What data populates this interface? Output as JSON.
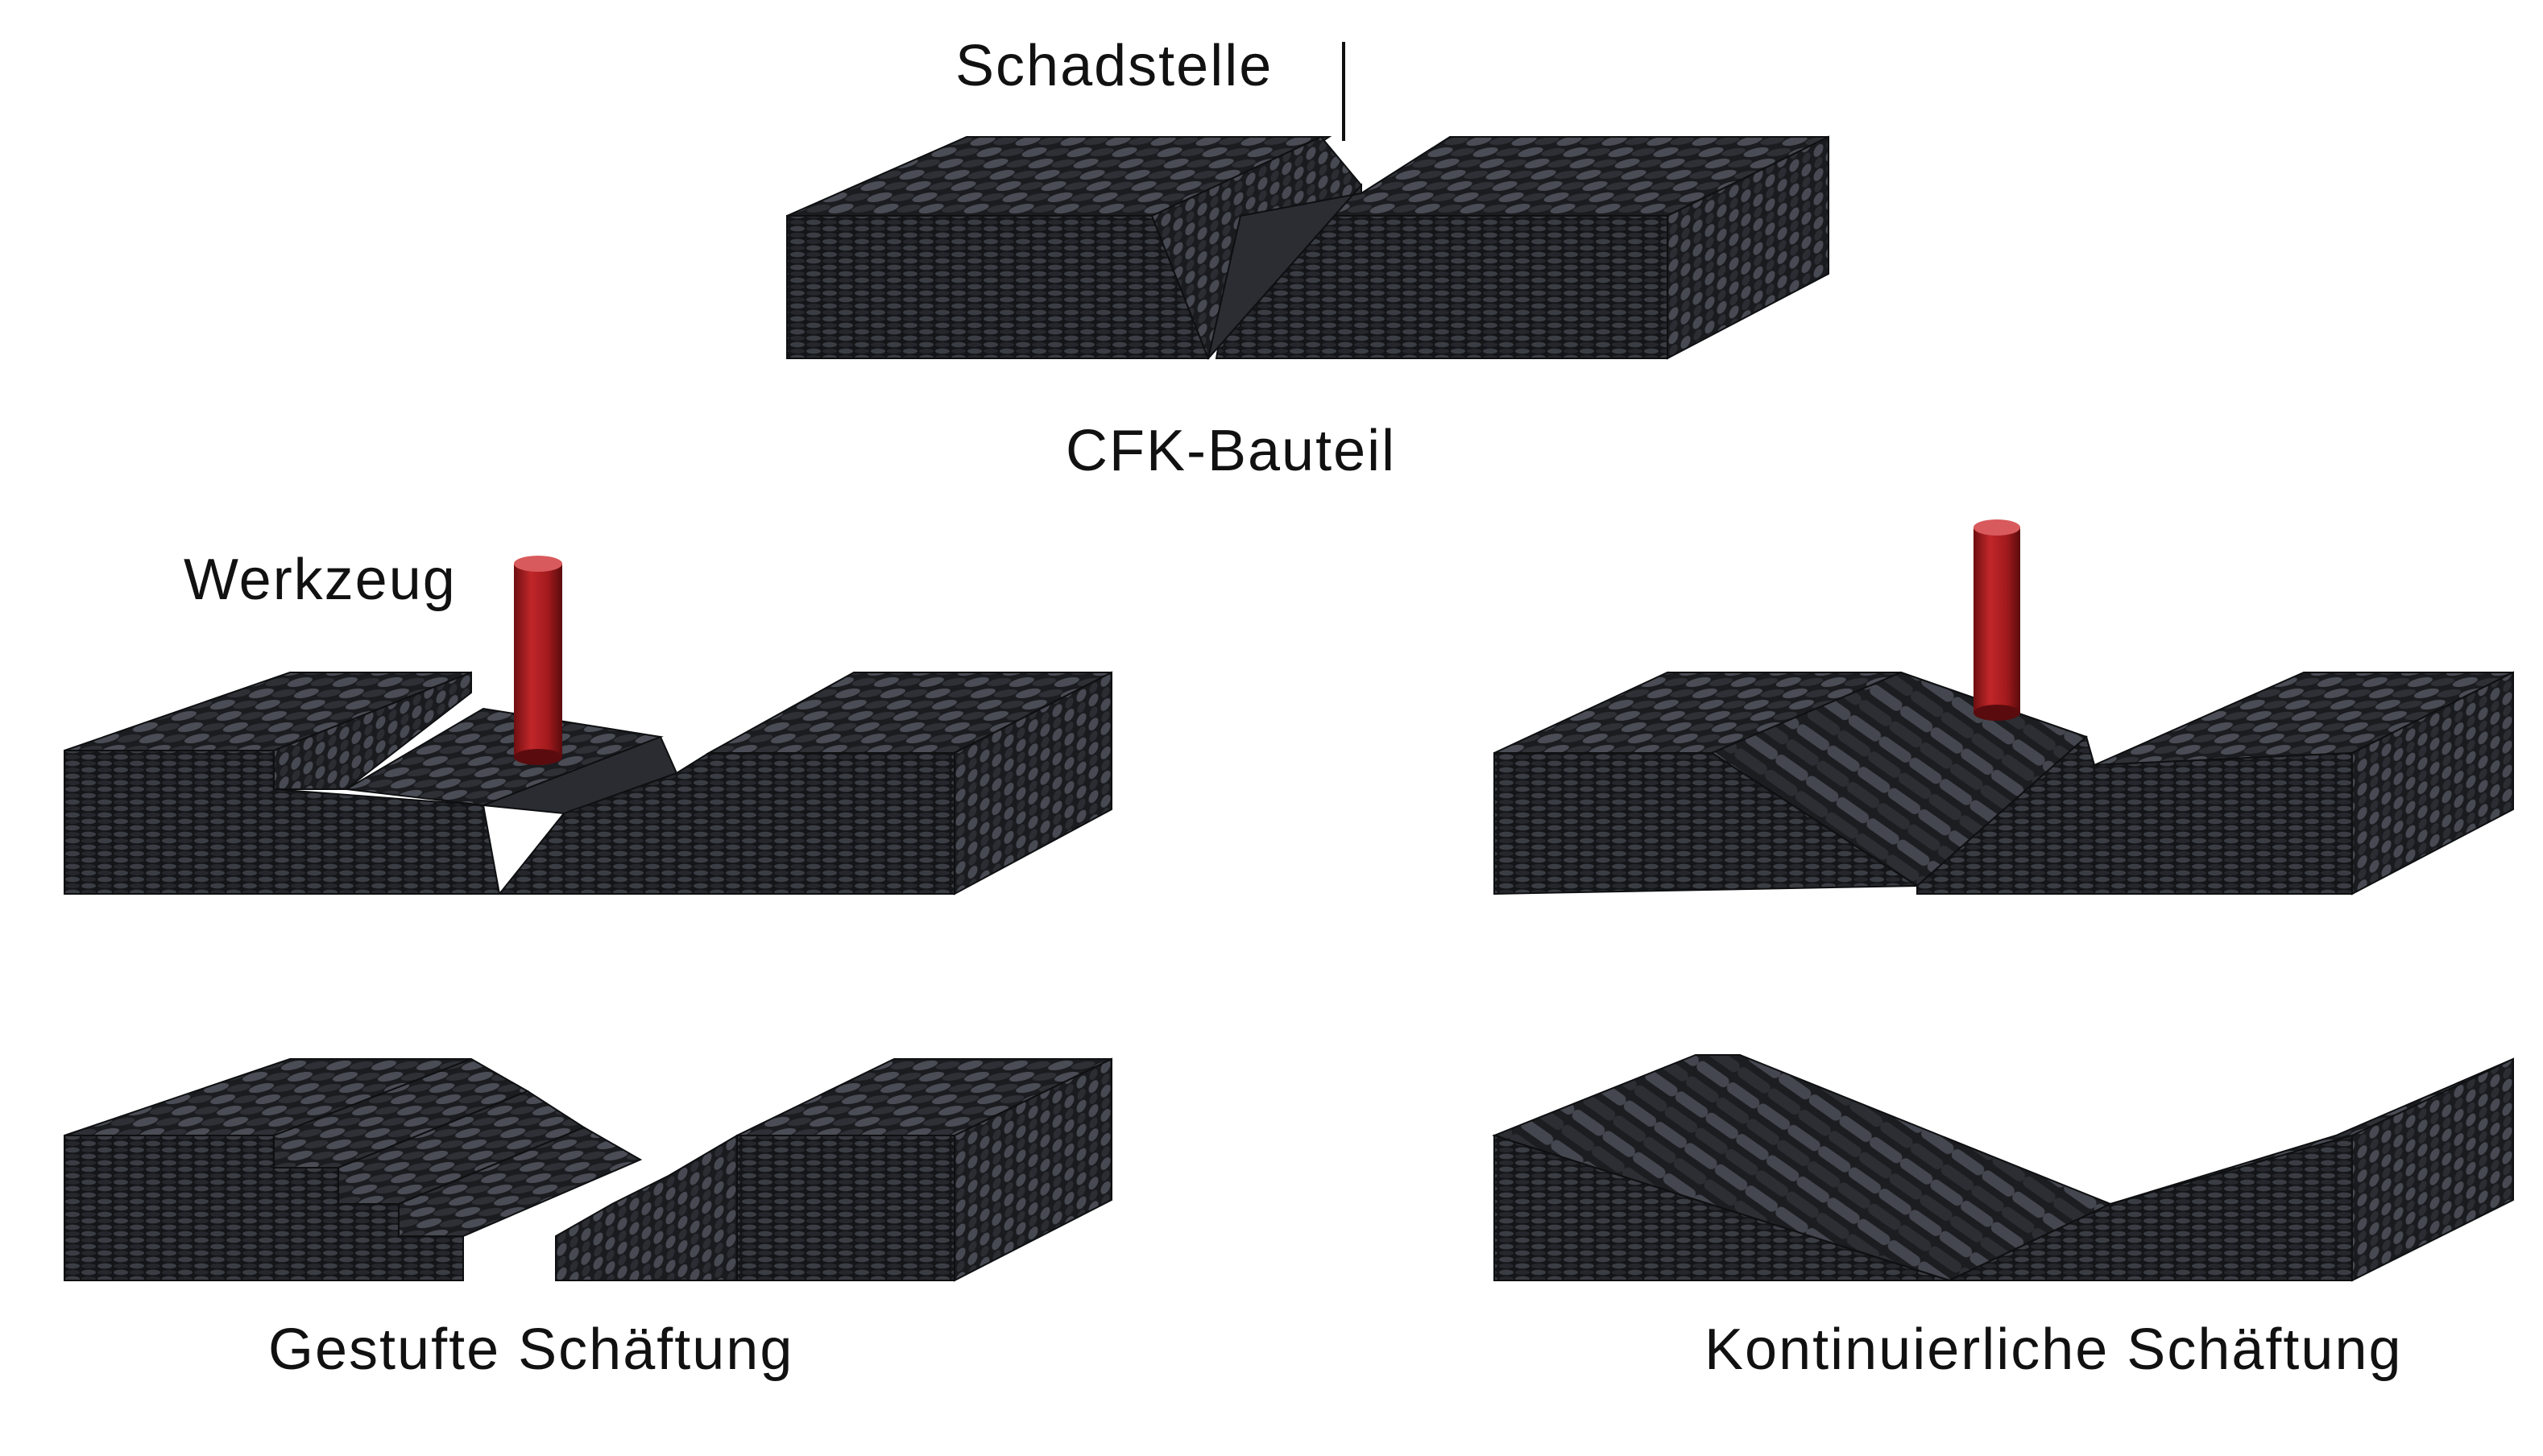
{
  "labels": {
    "damage": "Schadstelle",
    "component": "CFK-Bauteil",
    "tool": "Werkzeug",
    "stepped": "Gestufte Schäftung",
    "continuous": "Kontinuierliche Schäftung"
  },
  "colors": {
    "top_face": "#2a2c30",
    "front_face": "#1e2024",
    "side_face": "#24262b",
    "weave_dark": "#121316",
    "weave_light": "#4a4d55",
    "tool_main": "#a31a1d",
    "tool_dark": "#6e0e10",
    "tool_top": "#d95a5c",
    "leader_line": "#111111"
  },
  "panels": [
    {
      "name": "cfk-component-block",
      "type": "intact block with V-notch damage"
    },
    {
      "name": "stepped-milling-block",
      "type": "block with tool milling stepped scarf"
    },
    {
      "name": "continuous-milling-block",
      "type": "block with tool milling continuous scarf"
    },
    {
      "name": "stepped-scarf-result",
      "type": "stepped scarf repair joint"
    },
    {
      "name": "continuous-scarf-result",
      "type": "continuous scarf repair joint"
    }
  ]
}
